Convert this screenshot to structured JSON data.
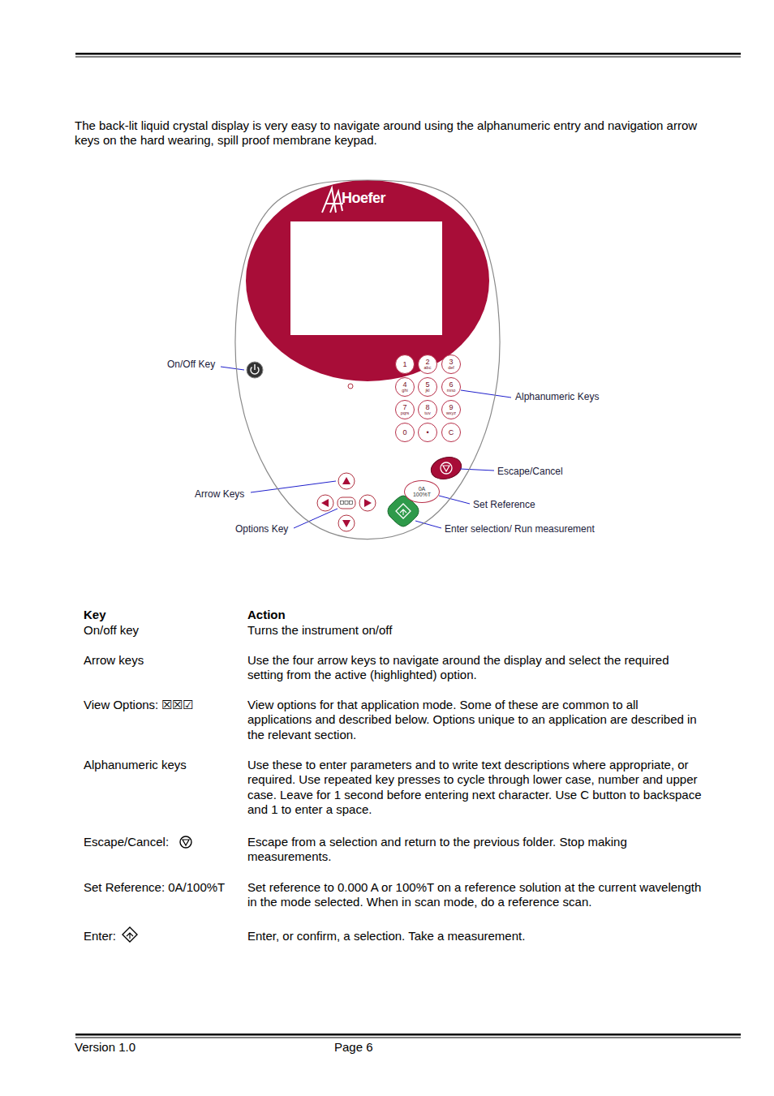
{
  "diagram": {
    "nodes": [
      {
        "text": [
          "Hoefer"
        ]
      },
      {
        "text": [
          "1"
        ],
        "in": 0
      },
      {
        "text": [
          "2",
          "abc"
        ],
        "in": 0
      },
      {
        "text": [
          "3",
          "def"
        ],
        "in": 0
      },
      {
        "text": [
          "4",
          "ghi"
        ],
        "in": 0
      },
      {
        "text": [
          "5",
          "jkl"
        ],
        "in": 0
      },
      {
        "text": [
          "6",
          "mno"
        ],
        "in": 0
      },
      {
        "text": [
          "7",
          "pqrs"
        ],
        "in": 0
      },
      {
        "text": [
          "8",
          "tuv"
        ],
        "in": 0
      },
      {
        "text": [
          "9",
          "wxyz"
        ],
        "in": 0
      },
      {
        "text": [
          "0"
        ],
        "in": 0
      },
      {
        "text": [
          "•"
        ],
        "in": 0
      },
      {
        "text": [
          "C"
        ],
        "in": 0
      },
      {
        "text": [
          "0A",
          "100%T"
        ],
        "in": 0
      }
    ],
    "labels": [
      "The back-lit liquid crystal display is very easy to navigate around using the alphanumeric entry and navigation arrow keys on the hard wearing, spill proof membrane keypad.",
      "On/Off Key",
      "Alphanumeric Keys",
      "Escape/Cancel",
      "Arrow Keys",
      "Set Reference",
      "Options Key",
      "Enter selection/ Run measurement",
      "Key",
      "Action",
      "On/off key",
      "Turns the instrument on/off",
      "Arrow keys",
      "Use the four arrow keys to navigate around the display and select the required setting from the active (highlighted) option.",
      "View Options: ☒☒☑",
      "View options for that application mode. Some of these are common to all applications and described below. Options unique to an application are described in the relevant section.",
      "Alphanumeric keys",
      "Use these to enter parameters and to write text descriptions where appropriate, or required. Use repeated key presses to cycle through lower case, number and upper case. Leave for 1 second before entering next character. Use C button to backspace and 1 to enter a space.",
      "Escape/Cancel:",
      "Escape from a selection and return to the previous folder. Stop making measurements.",
      "Set Reference: 0A/100%T",
      "Set reference to 0.000 A or 100%T on a reference solution at the current wavelength in the mode selected. When in scan mode, do a reference scan.",
      "Enter:",
      "Enter, or confirm, a selection. Take a measurement.",
      "Version 1.0",
      "Page 6"
    ]
  }
}
